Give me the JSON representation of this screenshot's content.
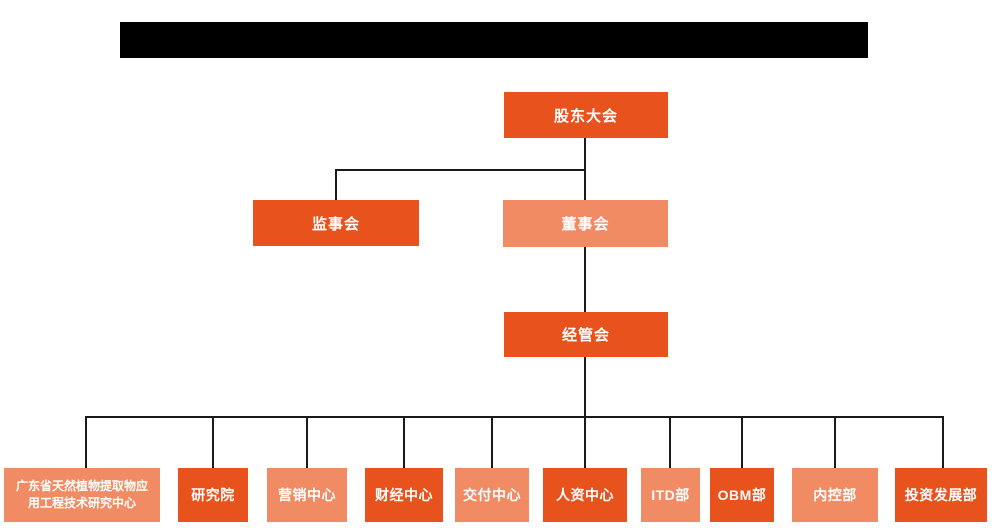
{
  "title_bar": {
    "type": "redacted-black-bar",
    "text": ""
  },
  "colors": {
    "primary_orange": "#E8521D",
    "secondary_salmon": "#F08B64",
    "connector_line": "#1a1a1a",
    "box_text": "#FFFFFF",
    "redaction": "#000000",
    "background": "#FFFFFF"
  },
  "org_chart": {
    "type": "org-tree",
    "root": {
      "label": "股东大会"
    },
    "level2": [
      {
        "label": "监事会",
        "variant": "dark"
      },
      {
        "label": "董事会",
        "variant": "light"
      }
    ],
    "level3": {
      "label": "经管会",
      "variant": "dark"
    },
    "departments": [
      {
        "label": "广东省天然植物提取物应用工程技术研究中心",
        "line1": "广东省天然植物提取物应",
        "line2": "用工程技术研究中心",
        "variant": "light"
      },
      {
        "label": "研究院",
        "variant": "dark"
      },
      {
        "label": "营销中心",
        "variant": "light"
      },
      {
        "label": "财经中心",
        "variant": "dark"
      },
      {
        "label": "交付中心",
        "variant": "light"
      },
      {
        "label": "人资中心",
        "variant": "dark"
      },
      {
        "label": "ITD部",
        "variant": "light"
      },
      {
        "label": "OBM部",
        "variant": "dark"
      },
      {
        "label": "内控部",
        "variant": "light"
      },
      {
        "label": "投资发展部",
        "variant": "dark"
      }
    ]
  }
}
